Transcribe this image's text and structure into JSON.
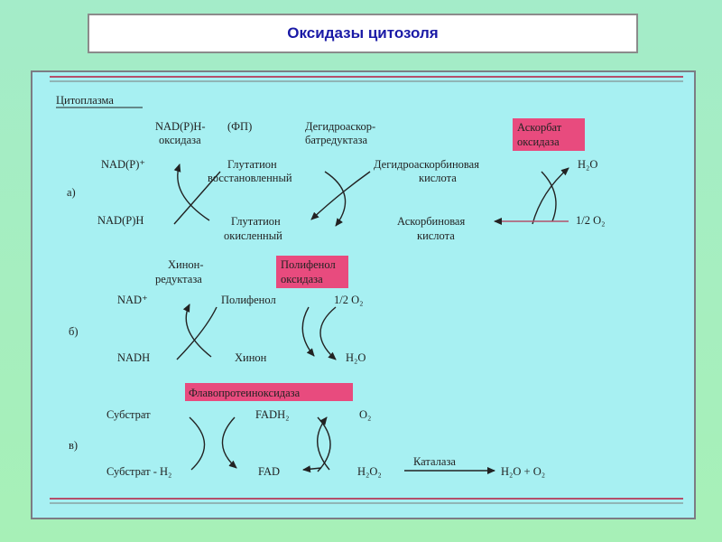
{
  "header": {
    "title": "Оксидазы цитозоля"
  },
  "section": {
    "label": "Цитоплазма"
  },
  "a": {
    "tag": "а)",
    "enzyme1_line1": "NAD(P)H-",
    "enzyme1_line2": "оксидаза",
    "enzyme1_fp": "(ФП)",
    "enzyme2_line1": "Дегидроаскор-",
    "enzyme2_line2": "батредуктаза",
    "enzyme3_line1": "Аскорбат",
    "enzyme3_line2": "оксидаза",
    "nadp_ox": "NAD(P)⁺",
    "nadp_red": "NAD(P)H",
    "gsh_line1": "Глутатион",
    "gsh_line2": "восстановленный",
    "gssg_line1": "Глутатион",
    "gssg_line2": "окисленный",
    "dha_line1": "Дегидроаскорбиновая",
    "dha_line2": "кислота",
    "asc_line1": "Аскорбиновая",
    "asc_line2": "кислота",
    "h2o": "H₂O",
    "o2": "1/2 O₂"
  },
  "b": {
    "tag": "б)",
    "enzyme1_line1": "Хинон-",
    "enzyme1_line2": "редуктаза",
    "enzyme2_line1": "Полифенол",
    "enzyme2_line2": "оксидаза",
    "nad_ox": "NAD⁺",
    "nadh": "NADH",
    "polyphenol": "Полифенол",
    "quinone": "Хинон",
    "o2": "1/2 O₂",
    "h2o": "H₂O"
  },
  "c": {
    "tag": "в)",
    "enzyme": "Флавопротеиноксидаза",
    "substrate": "Субстрат",
    "substrate_h2": "Субстрат - H₂",
    "fadh2": "FADH₂",
    "fad": "FAD",
    "o2": "O₂",
    "h2o2": "H₂O₂",
    "catalase": "Каталаза",
    "products": "H₂O + O₂"
  },
  "colors": {
    "title": "#1a1aa6",
    "highlight": "#e84b7e",
    "panel": "#a7f0f2",
    "rule": "#b3506b"
  }
}
